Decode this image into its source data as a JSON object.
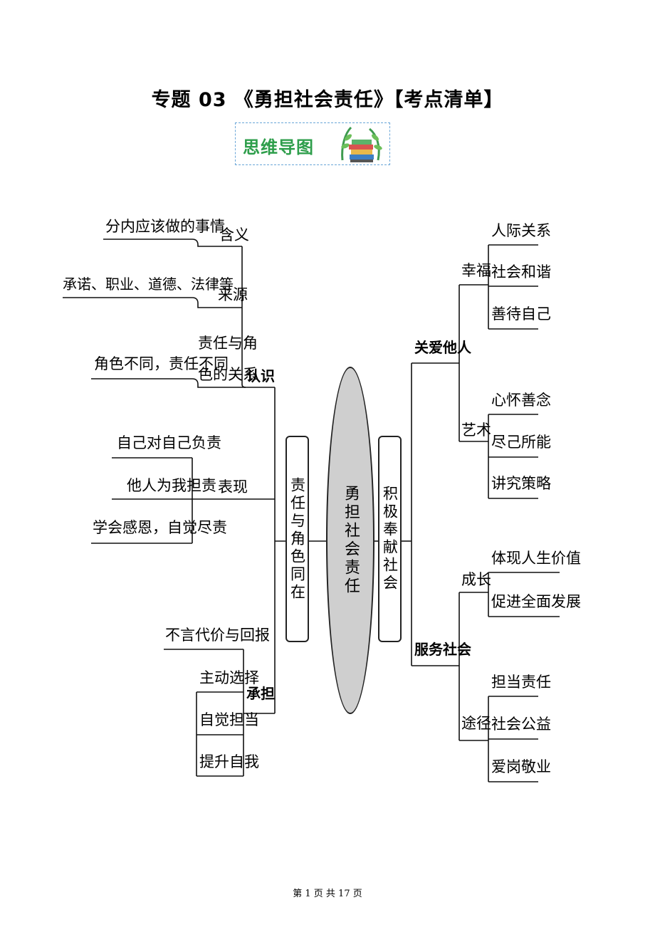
{
  "title": "专题 03    《勇担社会责任》【考点清单】",
  "badge": {
    "label": "思维导图"
  },
  "center": {
    "label": "勇担社会责任"
  },
  "left_branch": {
    "label": "责任与角色同在",
    "groups": {
      "renshi": {
        "label": "认识",
        "items": [
          {
            "label": "含义",
            "detail": "分内应该做的事情"
          },
          {
            "label": "来源",
            "detail": "承诺、职业、道德、法律等"
          },
          {
            "label_line1": "责任与角",
            "label_line2": "色的关系",
            "detail": "角色不同，责任不同"
          },
          {
            "label": "表现",
            "details": [
              "自己对自己负责",
              "他人为我担责",
              "学会感恩，自觉尽责"
            ]
          }
        ]
      },
      "chengdan": {
        "label": "承担",
        "items": [
          "不言代价与回报",
          "主动选择",
          "自觉担当",
          "提升自我"
        ]
      }
    }
  },
  "right_branch": {
    "label": "积极奉献社会",
    "groups": {
      "guanai": {
        "label": "关爱他人",
        "sub": [
          {
            "label": "幸福",
            "items": [
              "人际关系",
              "社会和谐",
              "善待自己"
            ]
          },
          {
            "label": "艺术",
            "items": [
              "心怀善念",
              "尽己所能",
              "讲究策略"
            ]
          }
        ]
      },
      "fuwu": {
        "label": "服务社会",
        "sub": [
          {
            "label": "成长",
            "items": [
              "体现人生价值",
              "促进全面发展"
            ]
          },
          {
            "label": "途径",
            "items": [
              "担当责任",
              "社会公益",
              "爱岗敬业"
            ]
          }
        ]
      }
    }
  },
  "footer": "第 1 页 共 17 页"
}
